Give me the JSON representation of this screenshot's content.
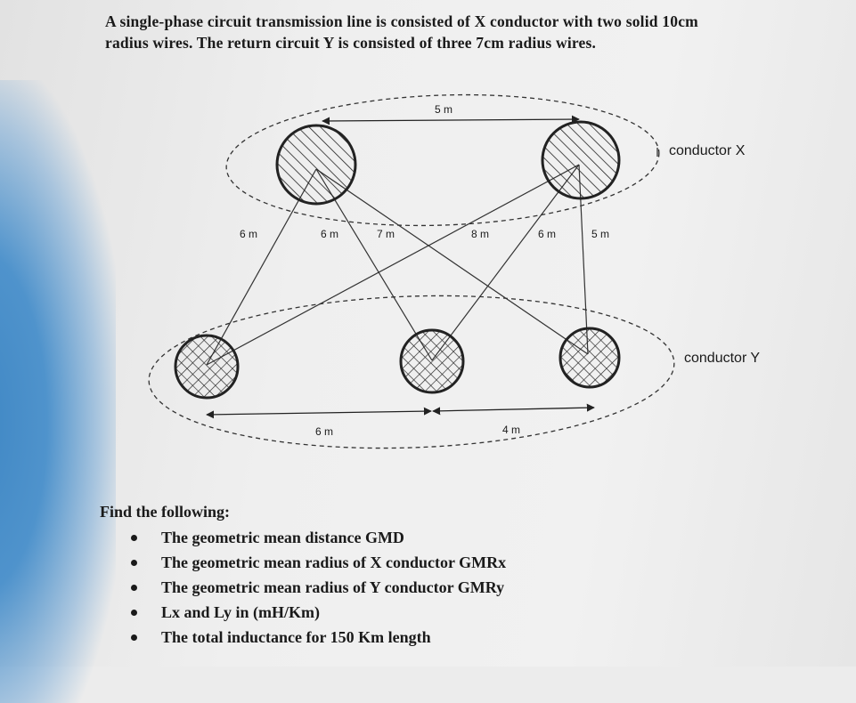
{
  "problem": {
    "line1": "A single-phase circuit transmission line is consisted of X conductor with two solid 10cm",
    "line2": "radius wires. The return circuit Y is consisted of three 7cm radius wires."
  },
  "diagram": {
    "top_distance": "5 m",
    "distances": [
      "6 m",
      "6 m",
      "7 m",
      "8 m",
      "6 m",
      "5 m"
    ],
    "bottom_left_distance": "6 m",
    "bottom_right_distance": "4 m",
    "label_x": "conductor X",
    "label_y": "conductor Y"
  },
  "find": {
    "title": "Find the following:",
    "items": [
      "The geometric mean distance GMD",
      "The geometric mean radius of X conductor GMRx",
      "The geometric mean radius of Y conductor GMRy",
      "Lx and Ly in (mH/Km)",
      "The total inductance for 150 Km length"
    ]
  }
}
